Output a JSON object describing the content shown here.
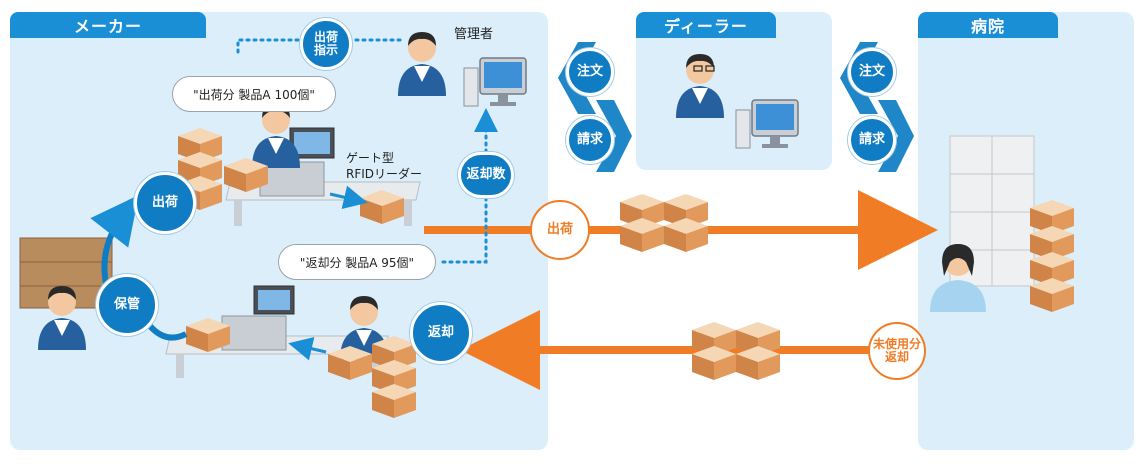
{
  "panels": {
    "maker": "メーカー",
    "dealer": "ディーラー",
    "hospital": "病院"
  },
  "labels": {
    "admin": "管理者",
    "ship_instruction": "出荷\n指示",
    "return_count": "返却数",
    "gate_reader": "ゲート型\nRFIDリーダー",
    "bubble_ship": "\"出荷分 製品A 100個\"",
    "bubble_return": "\"返却分 製品A 95個\"",
    "ship": "出荷",
    "storage": "保管",
    "return": "返却",
    "ship_flow": "出荷",
    "unused_return": "未使用分\n返却",
    "order_left": "注文",
    "invoice_left": "請求",
    "order_right": "注文",
    "invoice_right": "請求"
  },
  "colors": {
    "panel_bg": "#dbeefa",
    "tab_blue": "#1a8fd6",
    "circle_blue": "#0f7cc3",
    "flow_orange": "#f07d26",
    "chevron_blue": "#1f86c8",
    "dot_blue": "#1a8fd6"
  }
}
